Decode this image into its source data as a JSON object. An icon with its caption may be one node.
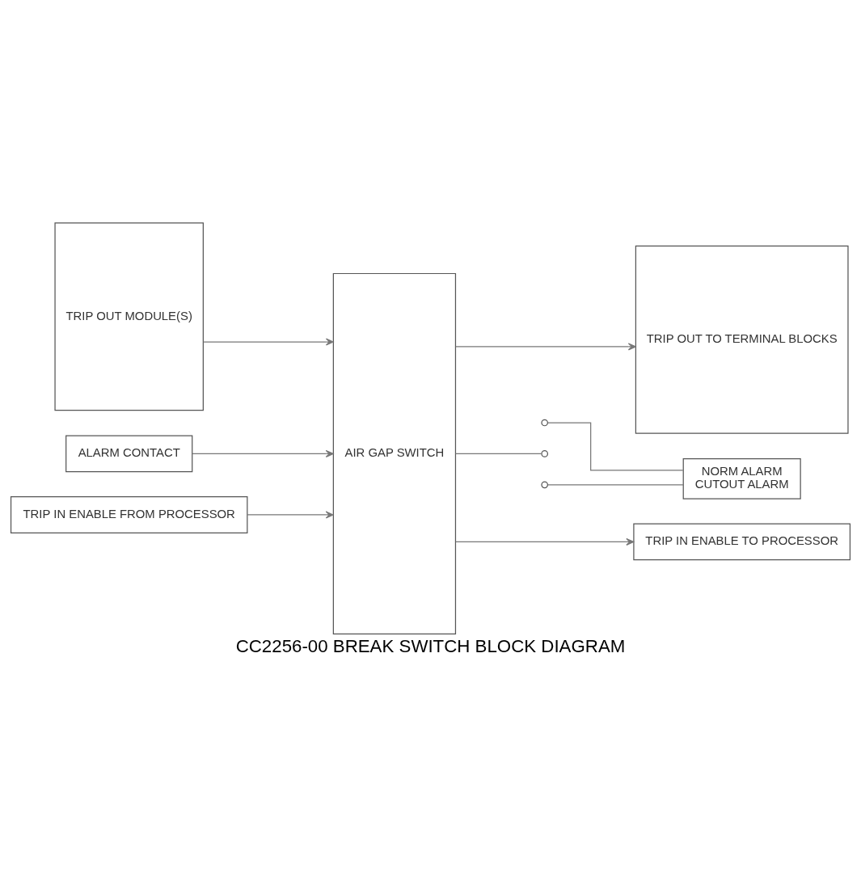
{
  "diagram": {
    "caption": "CC2256-00 BREAK SWITCH BLOCK DIAGRAM",
    "nodes": [
      {
        "text": [
          "TRIP OUT MODULE(S)"
        ]
      },
      {
        "text": [
          "AIR GAP SWITCH"
        ]
      },
      {
        "text": [
          "TRIP OUT TO TERMINAL BLOCKS"
        ]
      },
      {
        "text": [
          "ALARM CONTACT"
        ]
      },
      {
        "text": [
          "TRIP IN ENABLE FROM PROCESSOR"
        ]
      },
      {
        "text": [],
        "shape": "circle"
      },
      {
        "text": [],
        "shape": "circle"
      },
      {
        "text": [],
        "shape": "circle"
      },
      {
        "text": [
          "NORM ALARM",
          "CUTOUT ALARM"
        ]
      },
      {
        "text": [
          "TRIP IN ENABLE TO PROCESSOR"
        ]
      }
    ],
    "edges": [
      {
        "from": 0,
        "to": 1,
        "arrow": "to"
      },
      {
        "from": 1,
        "to": 2,
        "arrow": "to"
      },
      {
        "from": 3,
        "to": 1,
        "arrow": "to"
      },
      {
        "from": 1,
        "to": 6,
        "arrow": "none"
      },
      {
        "from": 5,
        "to": 8,
        "arrow": "none"
      },
      {
        "from": 7,
        "to": 8,
        "arrow": "none"
      },
      {
        "from": 4,
        "to": 1,
        "arrow": "to"
      },
      {
        "from": 1,
        "to": 9,
        "arrow": "to"
      }
    ]
  }
}
